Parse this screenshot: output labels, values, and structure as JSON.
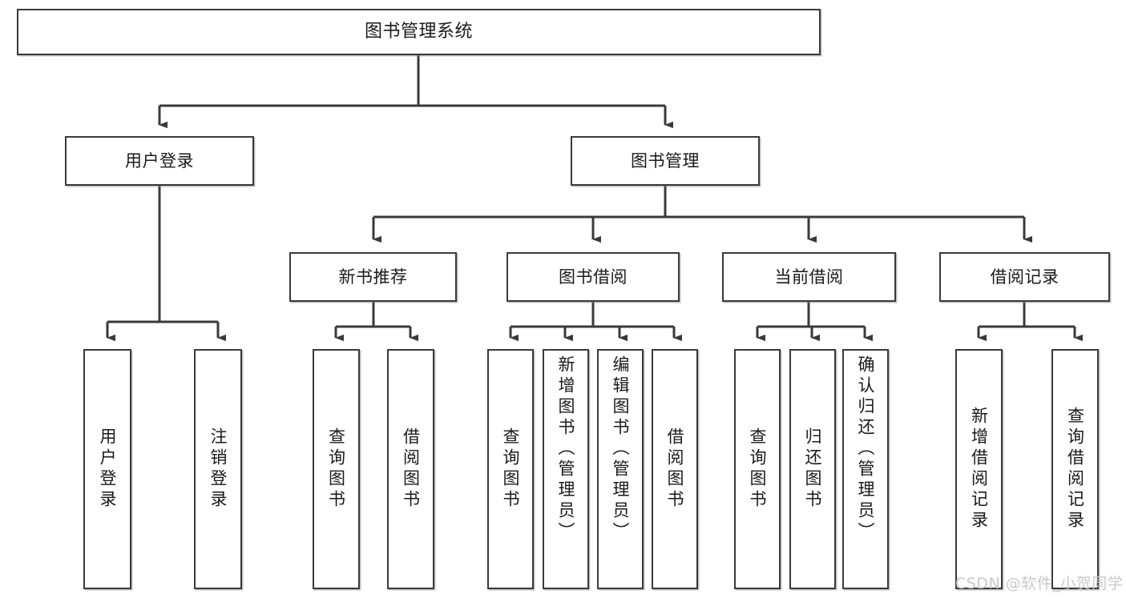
{
  "diagram": {
    "title": "图书管理系统",
    "type": "tree",
    "colors": {
      "stroke": "#3a3a3a",
      "fill": "#ffffff",
      "text": "#1a1a1a",
      "watermark": "#c9c9c9"
    },
    "root": {
      "label": "图书管理系统"
    },
    "level2": [
      {
        "label": "用户登录"
      },
      {
        "label": "图书管理"
      }
    ],
    "level3": [
      {
        "label": "新书推荐"
      },
      {
        "label": "图书借阅"
      },
      {
        "label": "当前借阅"
      },
      {
        "label": "借阅记录"
      }
    ],
    "leaves": {
      "user_login": [
        {
          "label": "用户登录"
        },
        {
          "label": "注销登录"
        }
      ],
      "new_book_recommend": [
        {
          "label": "查询图书"
        },
        {
          "label": "借阅图书"
        }
      ],
      "book_borrow": [
        {
          "label": "查询图书"
        },
        {
          "label": "新增图书（管理员）"
        },
        {
          "label": "编辑图书（管理员）"
        },
        {
          "label": "借阅图书"
        }
      ],
      "current_borrow": [
        {
          "label": "查询图书"
        },
        {
          "label": "归还图书"
        },
        {
          "label": "确认归还（管理员）"
        }
      ],
      "borrow_records": [
        {
          "label": "新增借阅记录"
        },
        {
          "label": "查询借阅记录"
        }
      ]
    }
  },
  "watermark": {
    "text": "CSDN @软件_小贺同学"
  }
}
